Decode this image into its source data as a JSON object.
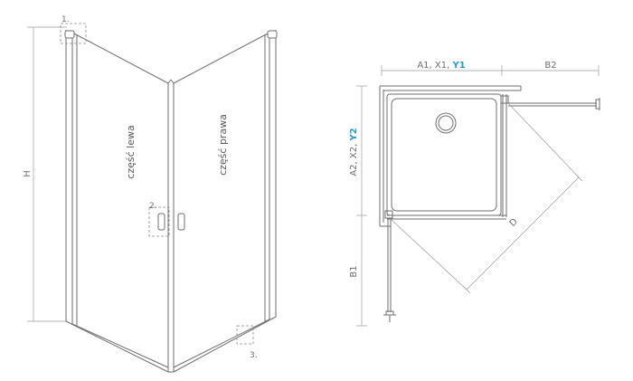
{
  "left_view": {
    "panel_left_label": "część lewa",
    "panel_right_label": "część prawa",
    "height_label": "H",
    "callouts": [
      "1.",
      "2.",
      "3."
    ]
  },
  "top_view": {
    "dim_top_left": {
      "prefix": "A1, X1, ",
      "highlight": "Y1"
    },
    "dim_top_right": "B2",
    "dim_side_upper": {
      "prefix": "A2, X2, ",
      "highlight": "Y2"
    },
    "dim_side_lower": "B1",
    "dim_diagonal": "D"
  },
  "colors": {
    "line": "#6e6e6e",
    "dim_line": "#9a9a9a",
    "highlight": "#2b9ac9",
    "dashed_box": "#8c8c8c"
  }
}
